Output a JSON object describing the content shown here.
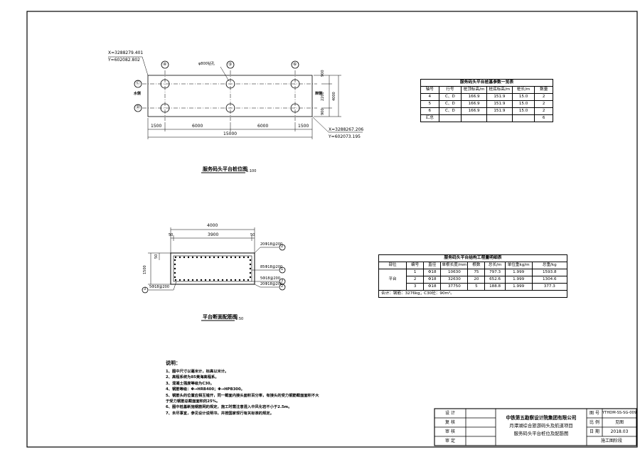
{
  "plan": {
    "coord_topleft": [
      "X=3288279.401",
      "Y=602082.802"
    ],
    "coord_bottomright": [
      "X=3288267.206",
      "Y=602073.195"
    ],
    "pile_label": "φ800钻孔",
    "axes_top": [
      "④",
      "⑤",
      "⑥"
    ],
    "axes_left": [
      "Ⓒ",
      "Ⓓ"
    ],
    "left_side_label": "水侧",
    "right_side_label": "岸侧",
    "dims_bottom": [
      "1500",
      "6000",
      "6000",
      "1500"
    ],
    "dim_total": "15000",
    "dims_right": [
      "900",
      "2200",
      "900"
    ],
    "dim_right_total": "4000",
    "title": "服务码头平台桩位图",
    "scale": "1:100"
  },
  "pile_table": {
    "title": "服务码头平台桩基参数一览表",
    "headers": [
      "轴号",
      "行号",
      "桩顶标高/m",
      "桩底标高/m",
      "桩长/m",
      "数量"
    ],
    "rows": [
      [
        "4",
        "C、D",
        "166.9",
        "151.9",
        "15.0",
        "2"
      ],
      [
        "5",
        "C、D",
        "166.9",
        "151.9",
        "15.0",
        "2"
      ],
      [
        "6",
        "C、D",
        "166.9",
        "151.9",
        "15.0",
        "2"
      ]
    ],
    "total_label": "汇总",
    "total_value": "6"
  },
  "section": {
    "dim_top": "4000",
    "dim_sub": [
      "50",
      "3900",
      "50"
    ],
    "dim_left_outer": "1500",
    "dim_left_inner": "50",
    "rebars": [
      {
        "label": "20Φ18@200",
        "num": "2"
      },
      {
        "label": "85Φ18@200",
        "num": "1"
      },
      {
        "label": "5Φ18@200",
        "num": "3"
      },
      {
        "label": "20Φ18@200",
        "num": "2"
      }
    ],
    "rebar_left": {
      "label": "5Φ18@200",
      "num": "3"
    },
    "title": "平台断面配筋图",
    "scale": "1:50"
  },
  "qty_table": {
    "title": "服务码头平台结构工程量明细表",
    "headers": [
      "部位",
      "编号",
      "直径",
      "单根长度/mm",
      "根数",
      "总长/m",
      "单位重kg/m",
      "总重/kg"
    ],
    "part": "平台",
    "rows": [
      [
        "1",
        "Φ18",
        "10630",
        "75",
        "797.3",
        "1.999",
        "1593.8"
      ],
      [
        "2",
        "Φ18",
        "32630",
        "20",
        "652.6",
        "1.999",
        "1304.6"
      ],
      [
        "3",
        "Φ18",
        "37750",
        "5",
        "188.8",
        "1.999",
        "377.3"
      ]
    ],
    "summary": "合计：钢筋：3276kg；C30砼：90m³。"
  },
  "notes": {
    "title": "说明：",
    "lines": [
      "1、图中尺寸以毫米计，标高以米计。",
      "2、高程系统为85黄海高程系。",
      "3、混凝土强度等级为C30。",
      "4、钢筋等级：Φ→HRB400；Φ→HPB300。",
      "5、钢筋头的位置应相互错开，同一截面内接头面积百分率，有接头的受力钢筋截面面积不大",
      "   于受力钢筋总截面面积的25%。",
      "6、图中桩基新施钢筋网的规定，施工时需注意混入中风化岩不小于2.5m。",
      "7、未尽事宜，参见设计说明书，并按国家现行有关标准的规定。"
    ]
  },
  "title_block": {
    "roles": [
      "设 计",
      "复 核",
      "审 核",
      "审 定"
    ],
    "company": "中铁第五勘察设计院集团有限公司",
    "project": "月潭湖综合旅游码头及航道项目",
    "drawing_name": "服务码头平台桩位及配筋图",
    "fields": [
      {
        "label": "图 号",
        "value": "YTHDM-SS-SG-009"
      },
      {
        "label": "比 例",
        "value": "见图"
      },
      {
        "label": "日 期",
        "value": "2018.03"
      }
    ],
    "stage": "施工图阶段"
  }
}
